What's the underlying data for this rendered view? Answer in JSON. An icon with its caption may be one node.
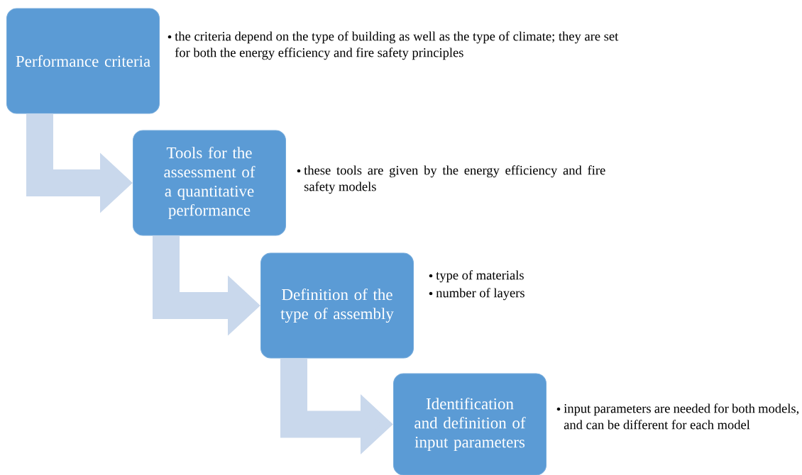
{
  "diagram": {
    "nodes": [
      {
        "text": [
          "Performance criteria"
        ],
        "beside": [
          "the criteria depend on the type of building as well as the type of climate; they are set for both the energy efficiency and fire safety principles"
        ]
      },
      {
        "text": [
          "Tools for the assessment of a quantitative performance"
        ],
        "beside": [
          "these tools are given by the energy efficiency and fire safety models"
        ]
      },
      {
        "text": [
          "Definition of the type of assembly"
        ],
        "beside": [
          "type of materials",
          "number of layers"
        ]
      },
      {
        "text": [
          "Identification and definition of input parameters"
        ],
        "beside": [
          "input parameters are needed for both models, and can be different for each model"
        ]
      }
    ],
    "edges": [
      {
        "from": 0,
        "to": 1,
        "arrow": "to"
      },
      {
        "from": 1,
        "to": 2,
        "arrow": "to"
      },
      {
        "from": 2,
        "to": 3,
        "arrow": "to"
      }
    ]
  }
}
